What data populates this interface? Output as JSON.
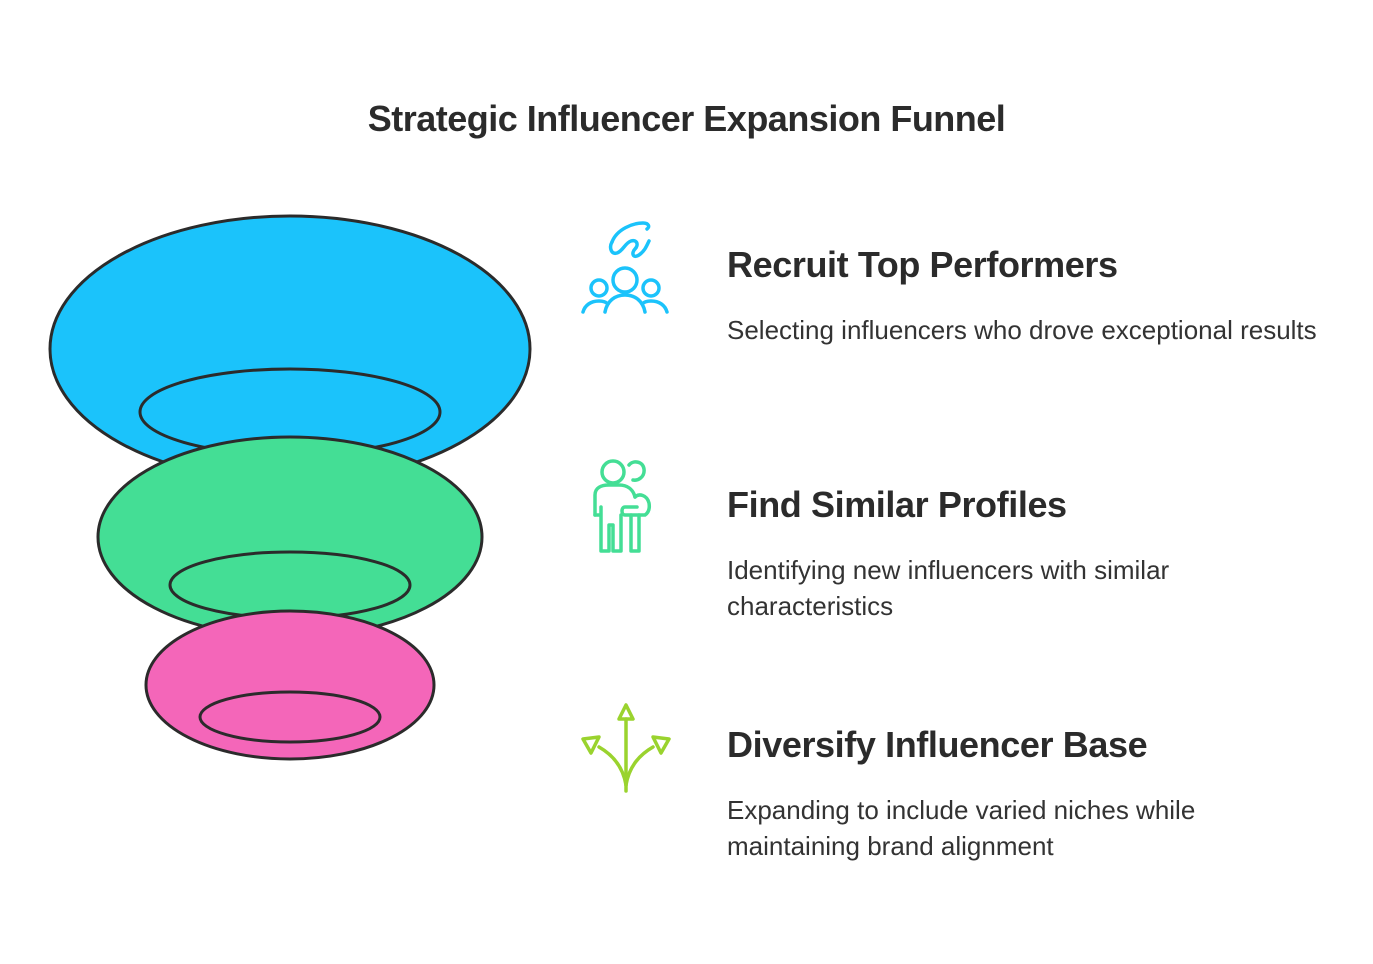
{
  "title": "Strategic Influencer Expansion Funnel",
  "colors": {
    "stage1": "#1bc3fb",
    "stage2": "#44de95",
    "stage3": "#f466b9",
    "outline": "#2b2b2b",
    "icon1": "#1bc3fb",
    "icon2": "#44de95",
    "icon3": "#9ad32e"
  },
  "steps": [
    {
      "title": "Recruit Top Performers",
      "description": "Selecting influencers who drove exceptional results",
      "icon": "hand-picking-people-icon"
    },
    {
      "title": "Find Similar Profiles",
      "description": "Identifying new influencers with similar characteristics",
      "icon": "two-people-icon"
    },
    {
      "title": "Diversify Influencer Base",
      "description": "Expanding to include varied niches while maintaining brand alignment",
      "icon": "branching-arrows-icon"
    }
  ]
}
